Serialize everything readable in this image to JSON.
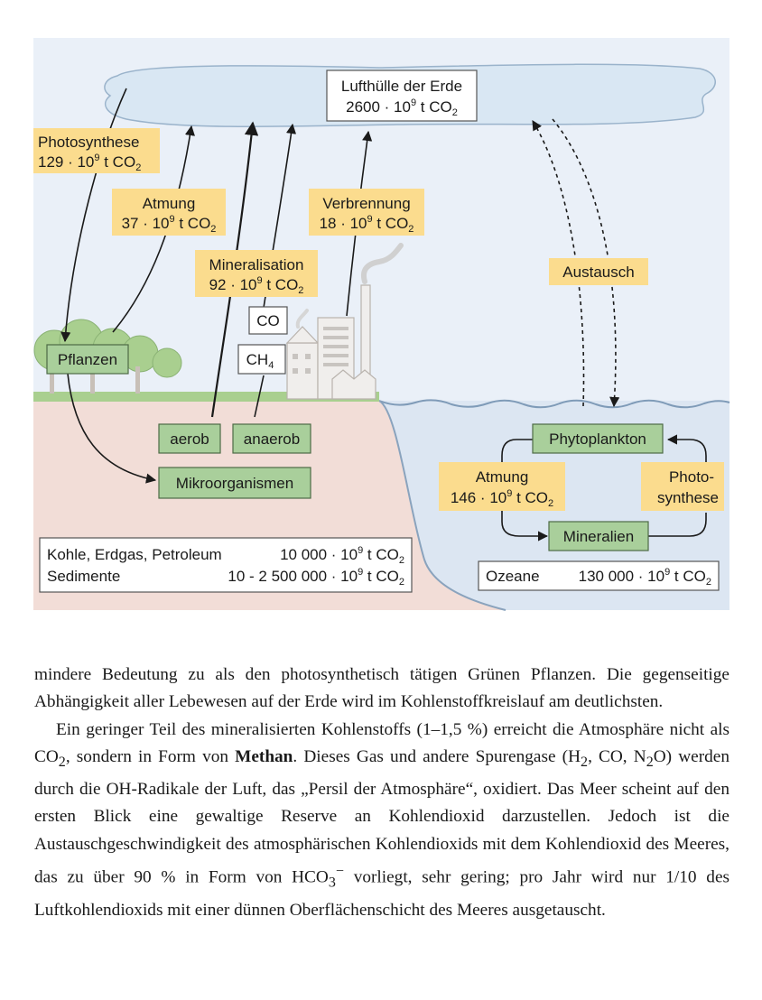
{
  "atmosphere": {
    "title": "Lufthülle der Erde",
    "amount": {
      "pre": "2600 · 10",
      "sup": "9",
      "post": " t CO",
      "sub": "2"
    }
  },
  "labels": {
    "photosynthese_land": {
      "line1": "Photosynthese",
      "amount": {
        "pre": "129 · 10",
        "sup": "9",
        "post": " t CO",
        "sub": "2"
      }
    },
    "atmung_land": {
      "line1": "Atmung",
      "amount": {
        "pre": "37 · 10",
        "sup": "9",
        "post": " t CO",
        "sub": "2"
      }
    },
    "mineralisation": {
      "line1": "Mineralisation",
      "amount": {
        "pre": "92 · 10",
        "sup": "9",
        "post": " t CO",
        "sub": "2"
      }
    },
    "verbrennung": {
      "line1": "Verbrennung",
      "amount": {
        "pre": "18 · 10",
        "sup": "9",
        "post": " t CO",
        "sub": "2"
      }
    },
    "austausch": "Austausch",
    "atmung_ocean": {
      "line1": "Atmung",
      "amount": {
        "pre": "146 · 10",
        "sup": "9",
        "post": " t CO",
        "sub": "2"
      }
    },
    "photosynthese_ocean": {
      "line1": "Photo-",
      "line2": "synthese"
    }
  },
  "gases": {
    "co": "CO",
    "ch4": {
      "pre": "CH",
      "sub": "4"
    }
  },
  "boxes": {
    "pflanzen": "Pflanzen",
    "aerob": "aerob",
    "anaerob": "anaerob",
    "mikroorganismen": "Mikroorganismen",
    "phytoplankton": "Phytoplankton",
    "mineralien": "Mineralien"
  },
  "reserves": {
    "land": [
      {
        "name": "Kohle, Erdgas, Petroleum",
        "amount": {
          "pre": "10 000 · 10",
          "sup": "9",
          "post": " t CO",
          "sub": "2"
        }
      },
      {
        "name": "Sedimente",
        "amount": {
          "pre": "10 - 2 500 000 · 10",
          "sup": "9",
          "post": " t CO",
          "sub": "2"
        }
      }
    ],
    "ocean": {
      "name": "Ozeane",
      "amount": {
        "pre": "130 000 · 10",
        "sup": "9",
        "post": " t CO",
        "sub": "2"
      }
    }
  },
  "colors": {
    "label_bg": "#fbdc8e",
    "box_green": "#a9cf9b",
    "sky": "#eaf0f8",
    "cloud": "#d9e7f3",
    "soil": "#f2ddd7",
    "ocean": "#dce6f2",
    "plants": "#a9cf8f"
  },
  "body": {
    "p1": "mindere Bedeutung zu als den photosynthetisch tätigen Grünen Pflanzen. Die gegenseitige Abhängigkeit aller Lebewesen auf der Erde wird im Kohlenstoffkreislauf am deutlichsten.",
    "p2": {
      "t1": "Ein geringer Teil des mineralisierten Kohlenstoffs (1–1,5 %) erreicht die Atmosphäre nicht als CO",
      "t1_sub": "2",
      "t2": ", sondern in Form von ",
      "bold": "Methan",
      "t3": ". Dieses Gas und andere Spurengase (H",
      "t3_sub": "2",
      "t4": ", CO, N",
      "t4_sub": "2",
      "t5": "O) werden durch die OH-Radikale der Luft, das „Persil der Atmosphäre“, oxidiert. Das Meer scheint auf den ersten Blick eine gewaltige Reserve an Kohlendioxid darzustellen. Jedoch ist die Austauschgeschwindigkeit des atmosphärischen Kohlendioxids mit dem Kohlendioxid des Meeres, das zu über 90 % in Form von HCO",
      "t5_sub": "3",
      "t5_sup": "−",
      "t6": " vorliegt, sehr gering; pro Jahr wird nur 1/10 des Luftkohlendioxids mit einer dünnen Oberflächenschicht des Meeres ausgetauscht."
    }
  }
}
